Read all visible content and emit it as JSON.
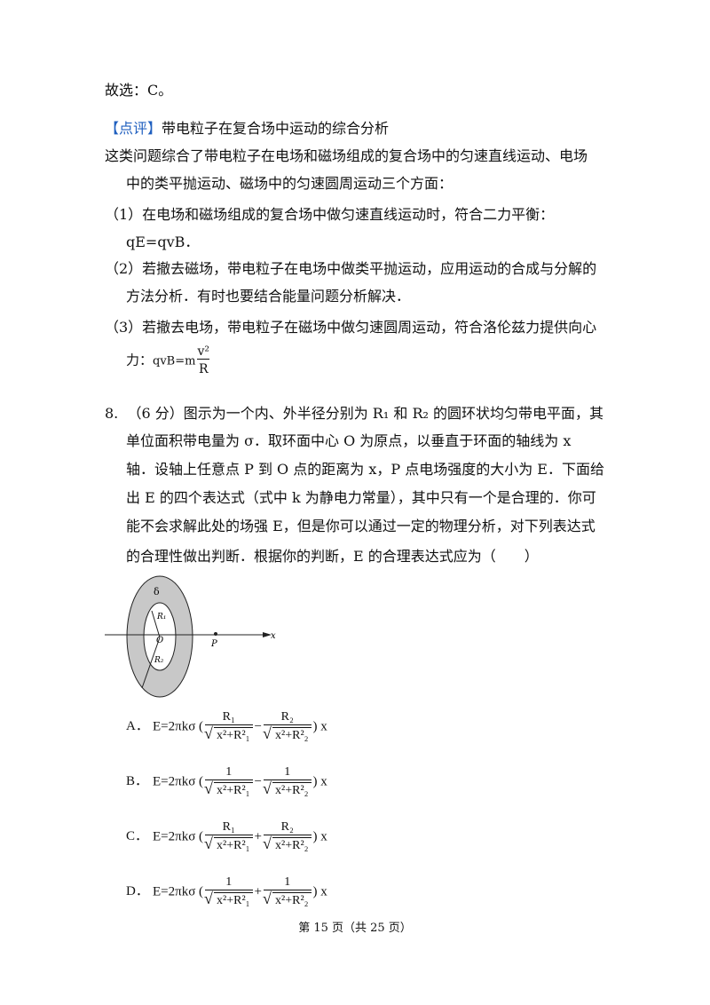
{
  "solution": {
    "answer": "故选：C。",
    "comment_tag": "【点评】",
    "comment_title": "带电粒子在复合场中运动的综合分析",
    "p1a": "这类问题综合了带电粒子在电场和磁场组成的复合场中的匀速直线运动、电场",
    "p1b": "中的类平抛运动、磁场中的匀速圆周运动三个方面：",
    "i1a": "（1）在电场和磁场组成的复合场中做匀速直线运动时，符合二力平衡：",
    "i1b": "qE=qvB．",
    "i2a": "（2）若撤去磁场，带电粒子在电场中做类平抛运动，应用运动的合成与分解的",
    "i2b": "方法分析．有时也要结合能量问题分析解决．",
    "i3a": "（3）若撤去电场，带电粒子在磁场中做匀速圆周运动，符合洛伦兹力提供向心",
    "i3b": "力：",
    "formula_lhs": "qvB=m",
    "formula_num": "v²",
    "formula_den": "R"
  },
  "question": {
    "number": "8.",
    "score": "（6 分）",
    "l1": "图示为一个内、外半径分别为 R₁ 和 R₂ 的圆环状均匀带电平面，其",
    "l2": "单位面积带电量为 σ．取环面中心 O 为原点，以垂直于环面的轴线为 x",
    "l3": "轴．设轴上任意点 P 到 O 点的距离为 x，P 点电场强度的大小为 E．下面给",
    "l4": "出 E 的四个表达式（式中 k 为静电力常量），其中只有一个是合理的．你可",
    "l5": "能不会求解此处的场强 E，但是你可以通过一定的物理分析，对下列表达式",
    "l6": "的合理性做出判断．根据你的判断，E 的合理表达式应为（　　）",
    "figure_labels": {
      "sigma": "δ",
      "r1": "R₁",
      "r2": "R₂",
      "o": "O",
      "p": "P",
      "x": "x"
    },
    "options": [
      {
        "label": "A．",
        "prefix": "E=2πkσ (",
        "n1": "R₁",
        "op": "−",
        "n2": "R₂",
        "suffix": ") x"
      },
      {
        "label": "B．",
        "prefix": "E=2πkσ (",
        "n1": "1",
        "op": "−",
        "n2": "1",
        "suffix": ") x"
      },
      {
        "label": "C．",
        "prefix": "E=2πkσ (",
        "n1": "R₁",
        "op": "+",
        "n2": "R₂",
        "suffix": ") x"
      },
      {
        "label": "D．",
        "prefix": "E=2πkσ (",
        "n1": "1",
        "op": "+",
        "n2": "1",
        "suffix": ") x"
      }
    ],
    "den1": "x²+R²₁",
    "den2": "x²+R²₂"
  },
  "footer": "第 15 页（共 25 页）"
}
